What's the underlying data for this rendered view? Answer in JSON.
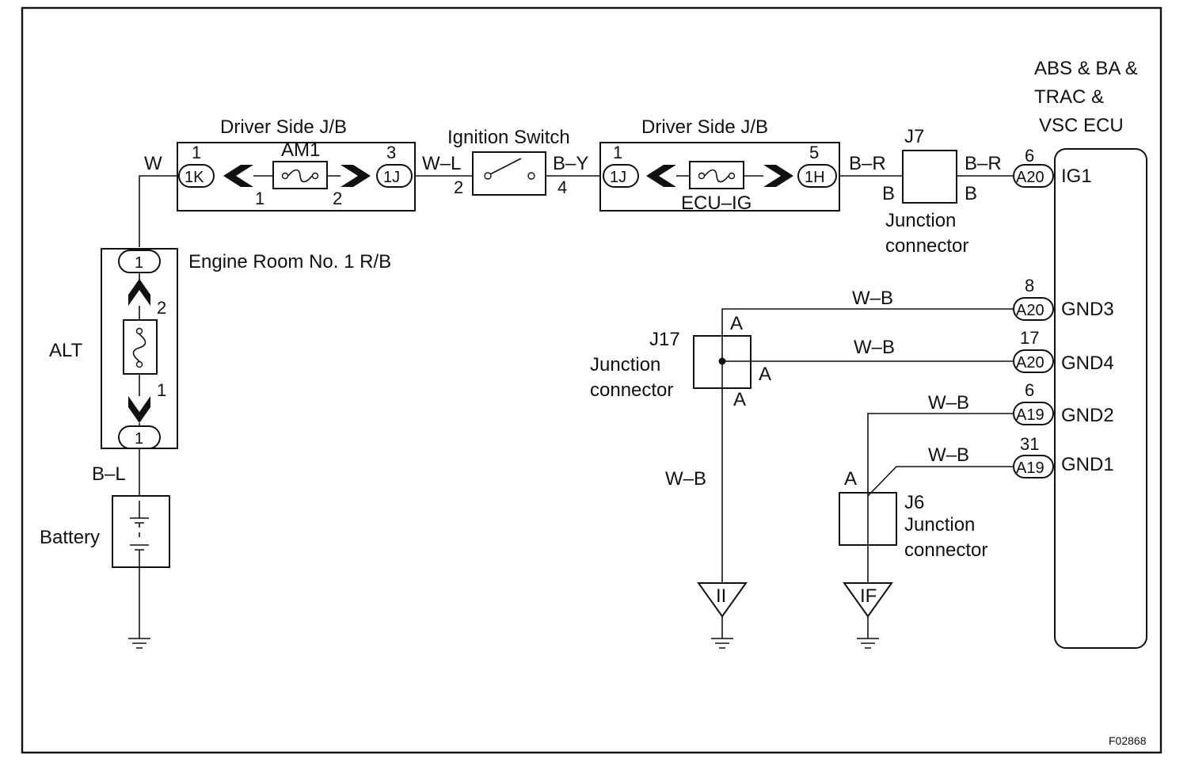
{
  "diagram_id": "F02868",
  "components": {
    "ecu_name": [
      "ABS & BA &",
      "TRAC &",
      "VSC ECU"
    ],
    "driver_jb_left": "Driver Side J/B",
    "driver_jb_right": "Driver Side J/B",
    "ignition_switch": "Ignition Switch",
    "engine_room_rb": "Engine Room No. 1 R/B",
    "alt": "ALT",
    "battery": "Battery",
    "am1": "AM1",
    "ecu_ig": "ECU–IG",
    "j7": "J7",
    "j7_desc": [
      "Junction",
      "connector"
    ],
    "j17": "J17",
    "j17_desc": [
      "Junction",
      "connector"
    ],
    "j6": "J6",
    "j6_desc": [
      "Junction",
      "connector"
    ]
  },
  "wires": {
    "w": "W",
    "w_l": "W–L",
    "b_y": "B–Y",
    "b_r_1": "B–R",
    "b_r_2": "B–R",
    "b_l": "B–L",
    "w_b_gnd3": "W–B",
    "w_b_gnd4": "W–B",
    "w_b_gnd2": "W–B",
    "w_b_gnd1": "W–B",
    "w_b_j17": "W–B"
  },
  "connectors": {
    "c_1k": "1K",
    "c_1j_left": "1J",
    "c_1j_right": "1J",
    "c_1h": "1H",
    "c_a20_ig1": "A20",
    "c_a20_gnd3": "A20",
    "c_a20_gnd4": "A20",
    "c_a19_gnd2": "A19",
    "c_a19_gnd1": "A19",
    "c_rb_top": "1",
    "c_rb_bottom": "1"
  },
  "pins": {
    "jb1_p1": "1",
    "jb1_p3": "3",
    "jb1_in1": "1",
    "jb1_in2": "2",
    "sw_p2": "2",
    "sw_p4": "4",
    "jb2_p1": "1",
    "jb2_p5": "5",
    "rb_p2": "2",
    "rb_p1": "1",
    "ecu_p6": "6",
    "ecu_p8": "8",
    "ecu_p17": "17",
    "ecu_p6b": "6",
    "ecu_p31": "31",
    "j7_b_left": "B",
    "j7_b_right": "B",
    "j17_a_top": "A",
    "j17_a_right": "A",
    "j17_a_bottom": "A",
    "j6_a": "A"
  },
  "ecu_terminals": {
    "ig1": "IG1",
    "gnd3": "GND3",
    "gnd4": "GND4",
    "gnd2": "GND2",
    "gnd1": "GND1"
  },
  "grounds": {
    "g_ii": "II",
    "g_if": "IF"
  }
}
